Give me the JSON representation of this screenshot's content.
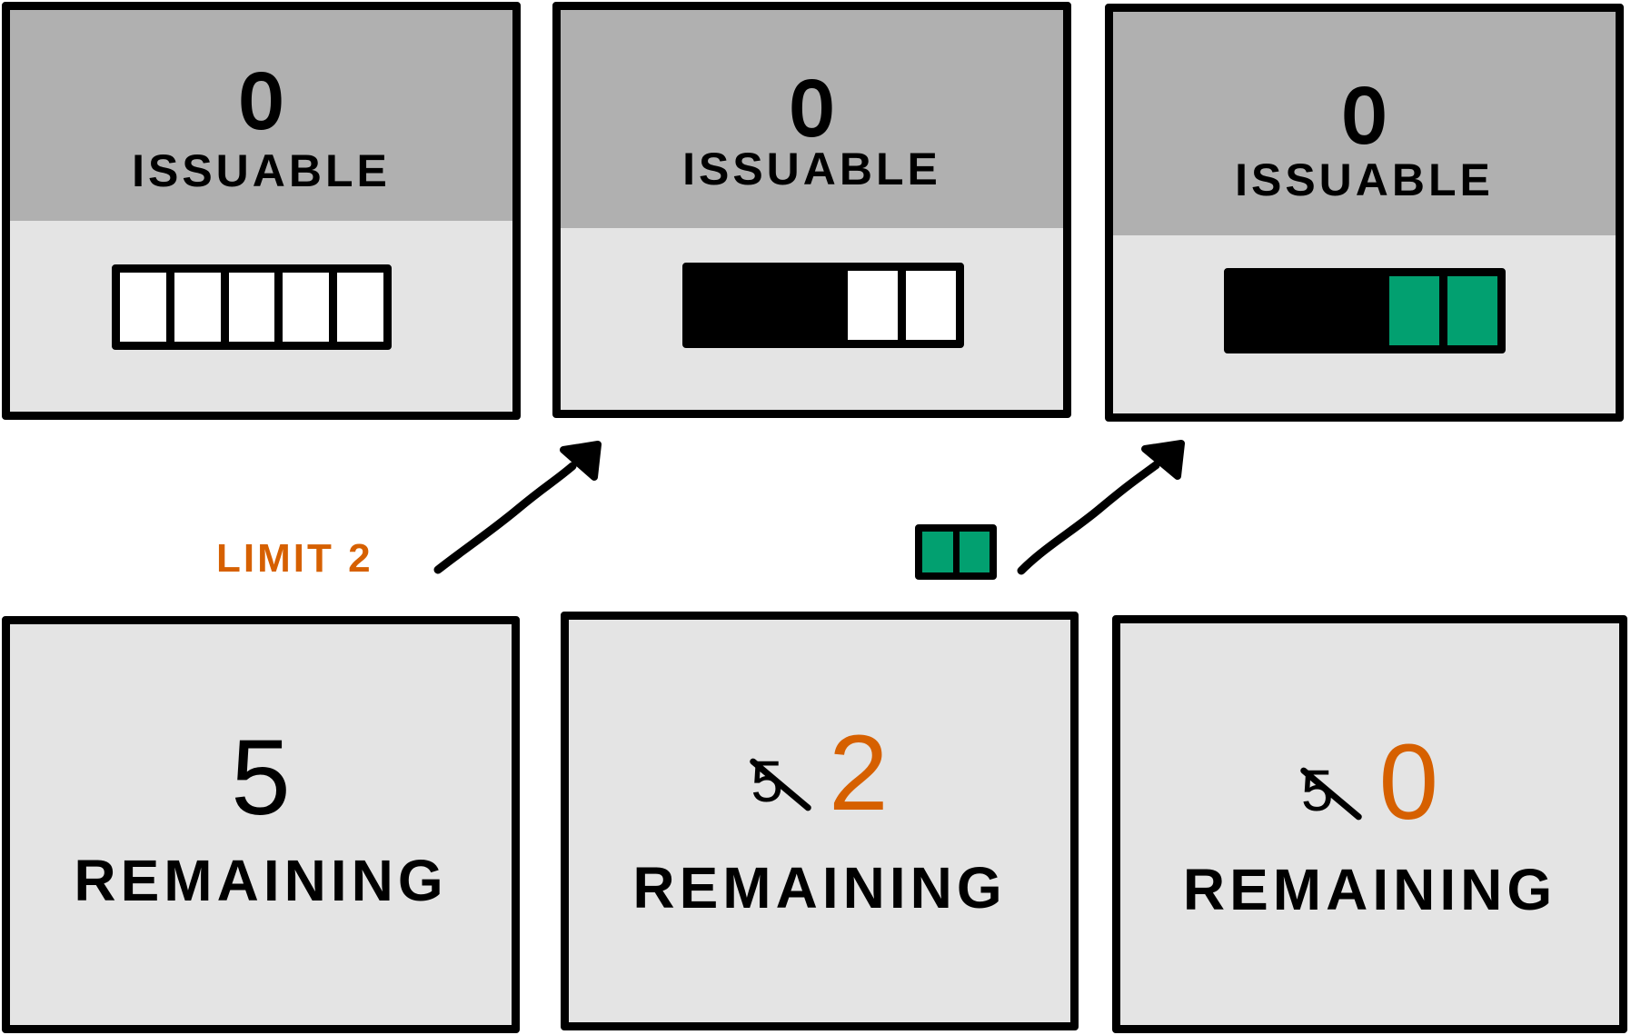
{
  "colors": {
    "border": "#000000",
    "panel_top": "#b0b0b0",
    "panel_bottom": "#e4e4e4",
    "accent_orange": "#d66000",
    "filled_green": "#02a070",
    "empty_white": "#ffffff"
  },
  "issuable_panels": [
    {
      "count": "0",
      "label": "ISSUABLE",
      "segments": [
        "empty",
        "empty",
        "empty",
        "empty",
        "empty"
      ]
    },
    {
      "count": "0",
      "label": "ISSUABLE",
      "segments": [
        "used",
        "used",
        "used",
        "empty",
        "empty"
      ]
    },
    {
      "count": "0",
      "label": "ISSUABLE",
      "segments": [
        "used",
        "used",
        "used",
        "filled",
        "filled"
      ]
    }
  ],
  "remaining_panels": [
    {
      "struck_value": "",
      "value": "5",
      "label": "REMAINING"
    },
    {
      "struck_value": "5",
      "value": "2",
      "label": "REMAINING"
    },
    {
      "struck_value": "5",
      "value": "0",
      "label": "REMAINING"
    }
  ],
  "transitions": [
    {
      "label": "LIMIT 2",
      "arrow": "arrow-up-right"
    },
    {
      "label_icon": "two-filled-segments",
      "segments": [
        "filled",
        "filled"
      ],
      "arrow": "arrow-up-right"
    }
  ]
}
